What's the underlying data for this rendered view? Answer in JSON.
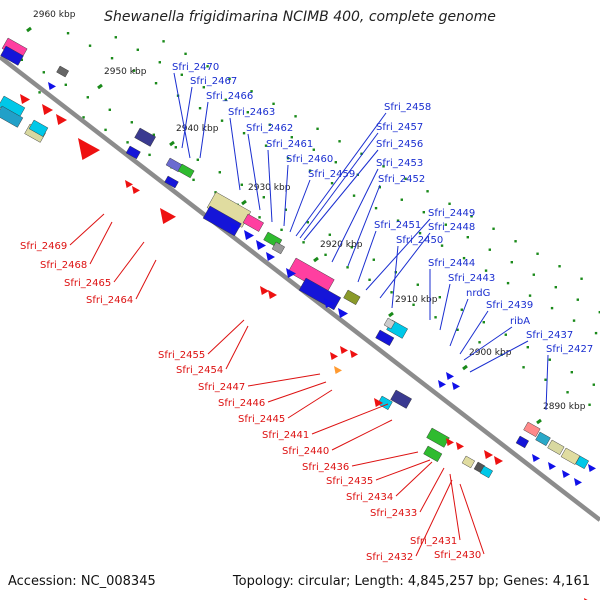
{
  "title": "Shewanella frigidimarina NCIMB 400, complete genome",
  "accession": "Accession: NC_008345",
  "summary": "Topology: circular; Length: 4,845,257 bp; Genes: 4,161",
  "colors": {
    "forward_label": "#1a2ed0",
    "reverse_label": "#dd1111",
    "axis": "#8c8c8c",
    "tick": "#1a8a1a",
    "forward_arrow": "#1010e8",
    "reverse_arrow": "#ee1111"
  },
  "kbp_ticks": [
    {
      "label": "2960 kbp"
    },
    {
      "label": "2950 kbp"
    },
    {
      "label": "2940 kbp"
    },
    {
      "label": "2930 kbp"
    },
    {
      "label": "2920 kbp"
    },
    {
      "label": "2910 kbp"
    },
    {
      "label": "2900 kbp"
    },
    {
      "label": "2890 kbp"
    }
  ],
  "forward_genes": [
    "Sfri_2470",
    "Sfri_2467",
    "Sfri_2466",
    "Sfri_2463",
    "Sfri_2462",
    "Sfri_2461",
    "Sfri_2460",
    "Sfri_2459",
    "Sfri_2458",
    "Sfri_2457",
    "Sfri_2456",
    "Sfri_2453",
    "Sfri_2452",
    "Sfri_2451",
    "Sfri_2449",
    "Sfri_2448",
    "Sfri_2450",
    "Sfri_2444",
    "Sfri_2443",
    "nrdG",
    "Sfri_2439",
    "ribA",
    "Sfri_2437",
    "Sfri_2427"
  ],
  "reverse_genes": [
    "Sfri_2469",
    "Sfri_2468",
    "Sfri_2465",
    "Sfri_2464",
    "Sfri_2455",
    "Sfri_2454",
    "Sfri_2447",
    "Sfri_2446",
    "Sfri_2445",
    "Sfri_2441",
    "Sfri_2440",
    "Sfri_2436",
    "Sfri_2435",
    "Sfri_2434",
    "Sfri_2433",
    "Sfri_2431",
    "Sfri_2432",
    "Sfri_2430"
  ]
}
